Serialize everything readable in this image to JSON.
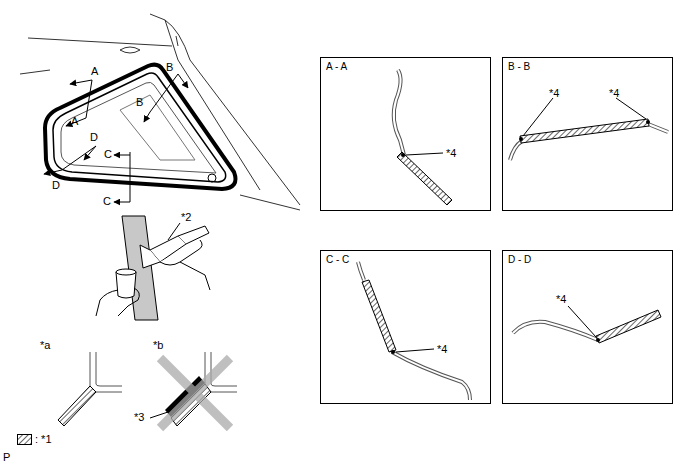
{
  "diagram": {
    "nodes": [
      {
        "text": [
          "A - A",
          "*4"
        ]
      },
      {
        "text": [
          "B - B",
          "*4",
          "*4"
        ]
      },
      {
        "text": [
          "C - C",
          "*4"
        ]
      },
      {
        "text": [
          "D - D",
          "*4"
        ]
      }
    ],
    "labels": [
      "A",
      "A",
      "B",
      "B",
      "D",
      "D",
      "C",
      "C",
      "*2",
      "*a",
      "*b",
      "*3",
      "P"
    ],
    "legend": [
      {
        "text": ": *1"
      }
    ]
  }
}
